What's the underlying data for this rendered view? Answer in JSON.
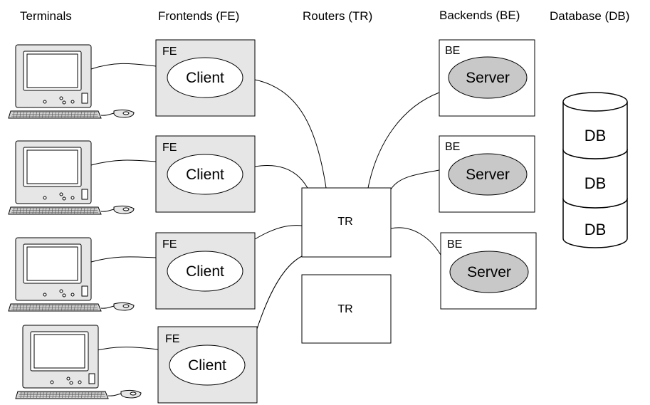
{
  "headers": {
    "terminals": "Terminals",
    "frontends": "Frontends (FE)",
    "routers": "Routers (TR)",
    "backends": "Backends (BE)",
    "database": "Database (DB)"
  },
  "frontends": [
    {
      "tag": "FE",
      "label": "Client"
    },
    {
      "tag": "FE",
      "label": "Client"
    },
    {
      "tag": "FE",
      "label": "Client"
    },
    {
      "tag": "FE",
      "label": "Client"
    }
  ],
  "routers": [
    {
      "label": "TR"
    },
    {
      "label": "TR"
    }
  ],
  "backends": [
    {
      "tag": "BE",
      "label": "Server"
    },
    {
      "tag": "BE",
      "label": "Server"
    },
    {
      "tag": "BE",
      "label": "Server"
    }
  ],
  "databases": [
    {
      "label": "DB"
    },
    {
      "label": "DB"
    },
    {
      "label": "DB"
    }
  ],
  "colors": {
    "frontend_fill": "#e6e6e6",
    "server_fill": "#c8c8c8",
    "terminal_fill": "#e0e0e0",
    "stroke": "#000000"
  }
}
